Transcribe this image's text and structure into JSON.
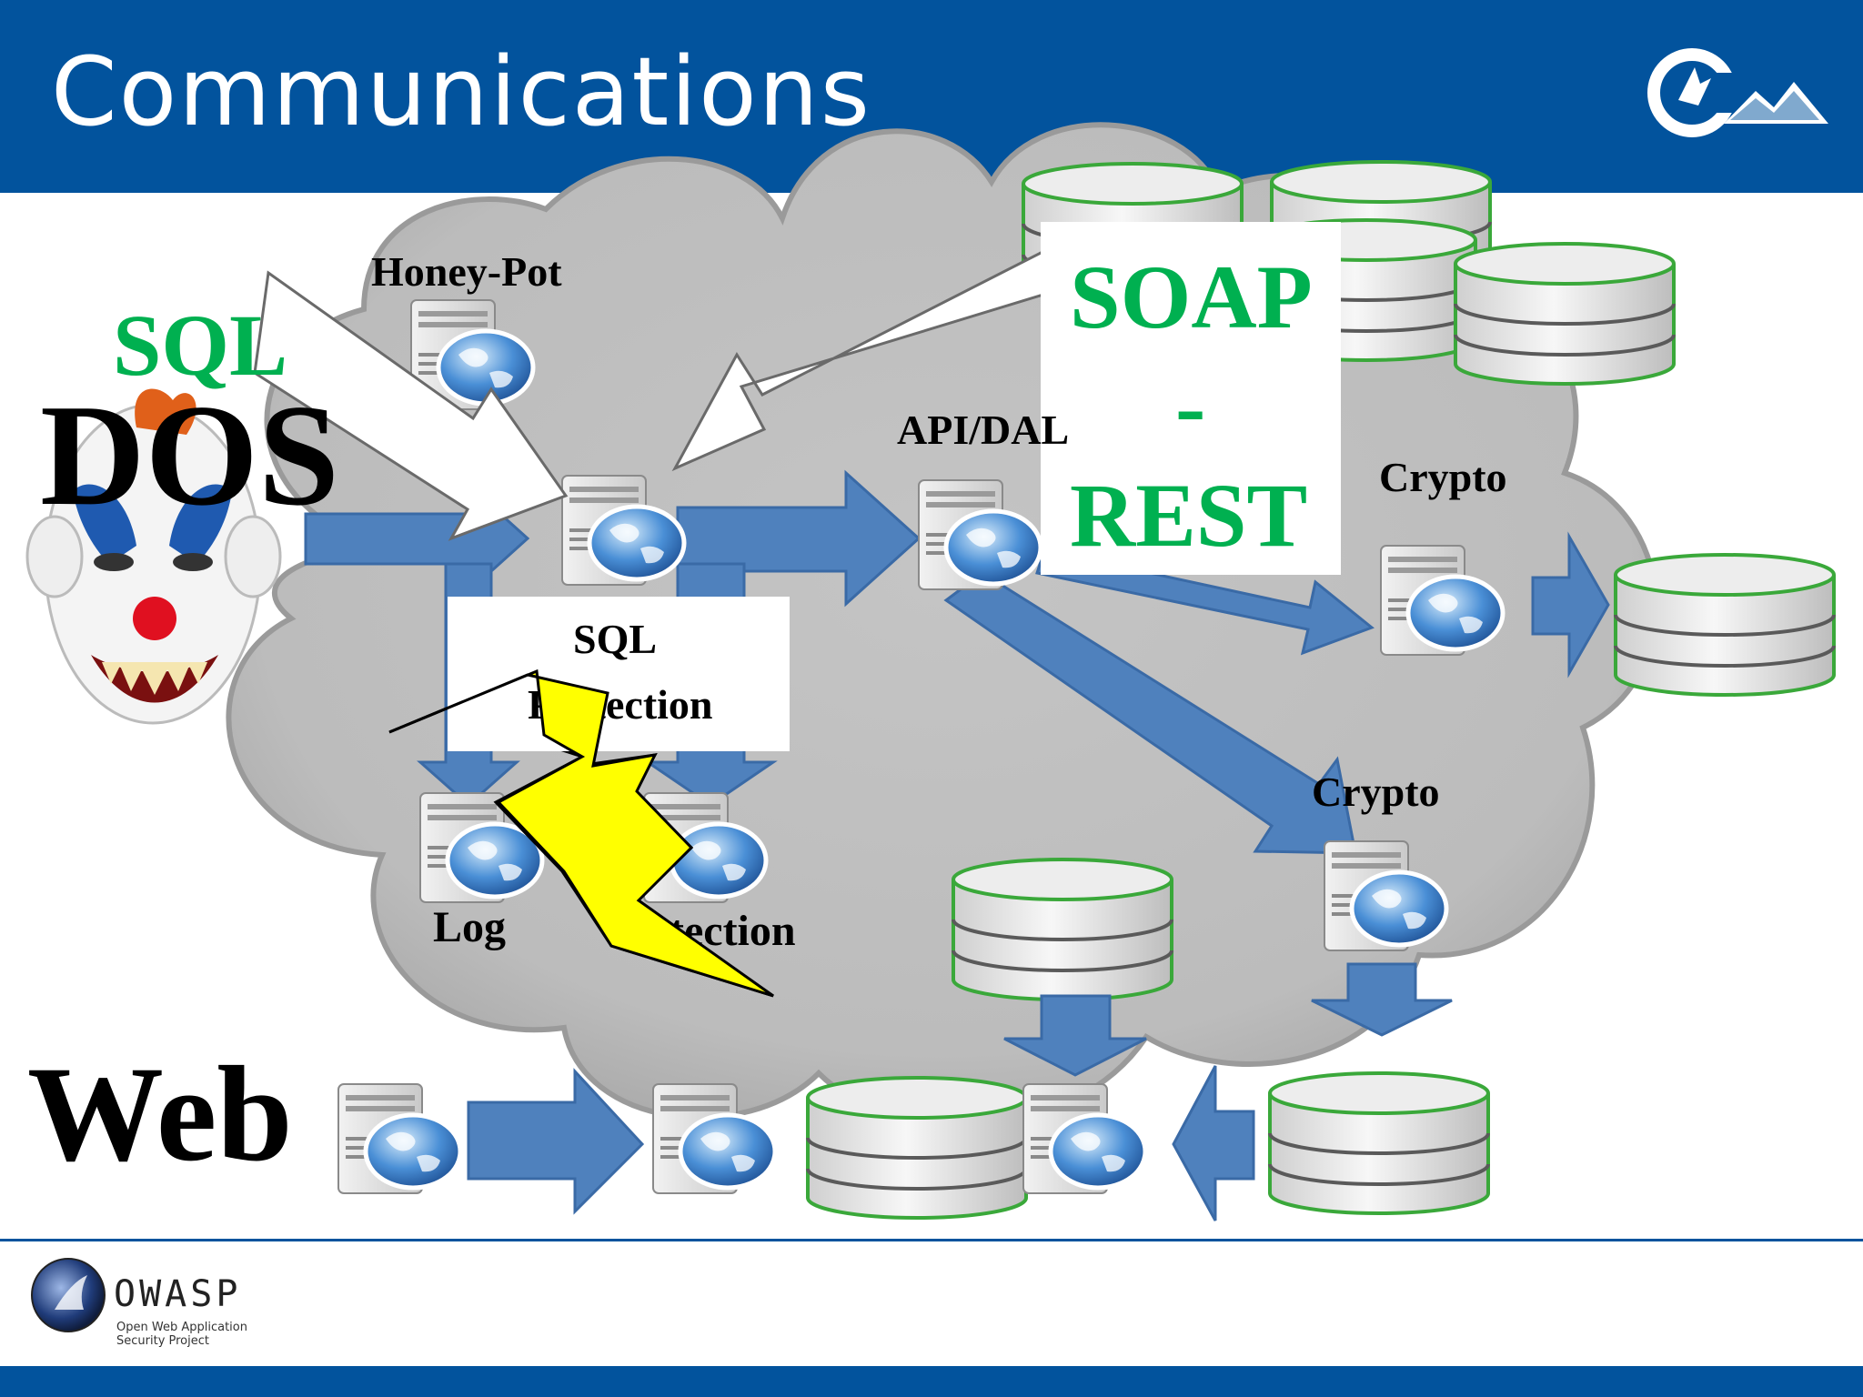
{
  "slide": {
    "title": "Communications"
  },
  "labels": {
    "honeypot": "Honey-Pot",
    "sql_attack": "SQL",
    "dos": "DOS",
    "api_dal": "API/DAL",
    "soap": "SOAP",
    "dash": "-",
    "rest": "REST",
    "crypto_top": "Crypto",
    "crypto_mid": "Crypto",
    "sql_protection_1": "SQL",
    "sql_protection_2": "Protection",
    "log": "Log",
    "detection": "Detection",
    "web": "Web"
  },
  "footer": {
    "org": "OWASP",
    "org_sub": "Open Web Application Security Project"
  },
  "colors": {
    "header": "#02539d",
    "arrow": "#4f81bd",
    "soap_text": "#00b050",
    "cloud": "#c8c8c8",
    "bolt": "#ffff00"
  },
  "icons": [
    "clown-attacker-icon",
    "server-icon",
    "database-icon",
    "lightning-bolt-icon",
    "cloud-icon",
    "owasp-logo-icon",
    "company-logo-icon"
  ]
}
